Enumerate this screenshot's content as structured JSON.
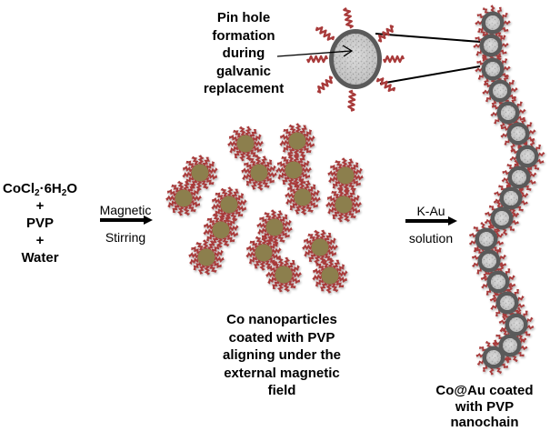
{
  "reactants": {
    "lines": [
      {
        "main": "CoCl",
        "sub1": "2",
        "mid": "·6H",
        "sub2": "2",
        "end": "O"
      },
      {
        "text": "+"
      },
      {
        "text": "PVP"
      },
      {
        "text": "+"
      },
      {
        "text": "Water"
      }
    ]
  },
  "step1_arrow": {
    "label_top": "Magnetic",
    "label_bottom": "Stirring"
  },
  "step2_arrow": {
    "label_top": "K-Au",
    "label_bottom": "solution"
  },
  "inset_callout": {
    "lines": [
      "Pin hole",
      "formation",
      "during",
      "galvanic",
      "replacement"
    ]
  },
  "aligned_particles_caption": {
    "lines": [
      "Co nanoparticles",
      "coated with PVP",
      "aligning under the",
      "external magnetic",
      "field"
    ]
  },
  "nanochain_caption": {
    "lines": [
      "Co@Au coated",
      "with PVP",
      "nanochain"
    ]
  },
  "colors": {
    "co_core": "#8c7f4e",
    "pvp_chain": "#a83a3a",
    "au_shell": "#5a5a5a",
    "hollow_core": "#c8c8c8",
    "arrow": "#000000"
  },
  "diagram": {
    "co_particle_count": 17,
    "nanochain_bead_count": 17
  }
}
